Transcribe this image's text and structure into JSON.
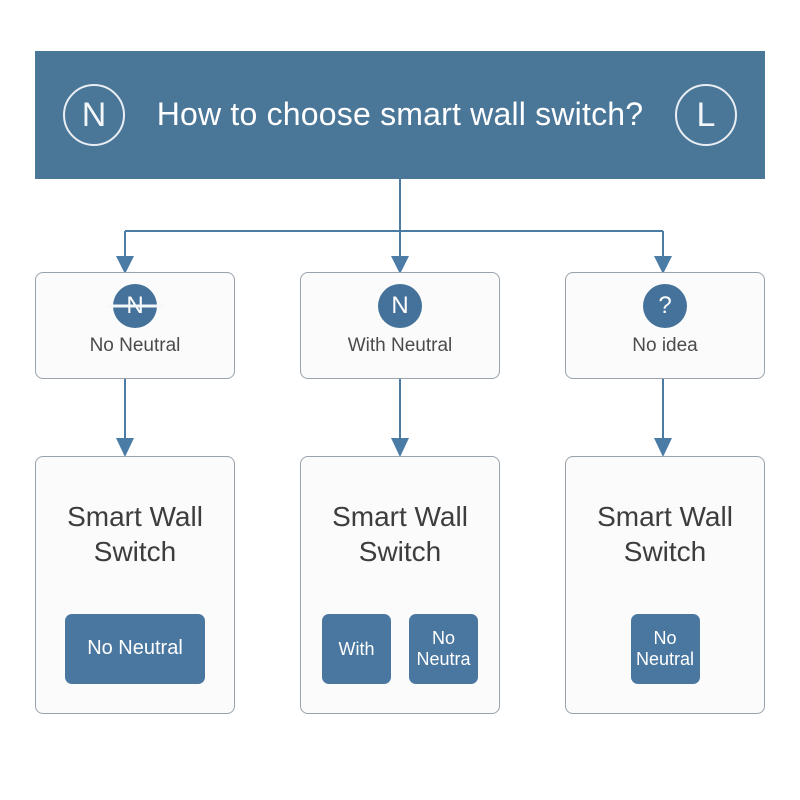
{
  "header": {
    "left_badge": "N",
    "left_badge_icon": "neutral-wire-circle-icon",
    "title": "How to choose smart wall switch?",
    "right_badge": "L",
    "right_badge_icon": "live-wire-circle-icon",
    "background_color": "#4a7698",
    "text_color": "#ffffff"
  },
  "options": [
    {
      "icon_glyph": "N",
      "icon_name": "no-neutral-icon",
      "struck": true,
      "label": "No Neutral"
    },
    {
      "icon_glyph": "N",
      "icon_name": "with-neutral-icon",
      "struck": false,
      "label": "With Neutral"
    },
    {
      "icon_glyph": "?",
      "icon_name": "question-mark-icon",
      "struck": false,
      "label": "No idea"
    }
  ],
  "cards": [
    {
      "title": "Smart Wall Switch",
      "buttons": [
        {
          "label": "No Neutral",
          "shape": "wide"
        }
      ]
    },
    {
      "title": "Smart Wall Switch",
      "buttons": [
        {
          "label": "With",
          "shape": "square"
        },
        {
          "label": "No Neutra",
          "shape": "square"
        }
      ]
    },
    {
      "title": "Smart Wall Switch",
      "buttons": [
        {
          "label": "No Neutral",
          "shape": "square"
        }
      ]
    }
  ],
  "theme": {
    "banner_blue": "#4a7698",
    "button_blue": "#4a77a0",
    "connector_blue": "#4a7ca6",
    "box_border": "#9aa3ab",
    "box_fill": "#fbfbfb",
    "label_text": "#4b4b4b",
    "title_text": "#3d3d3d"
  }
}
